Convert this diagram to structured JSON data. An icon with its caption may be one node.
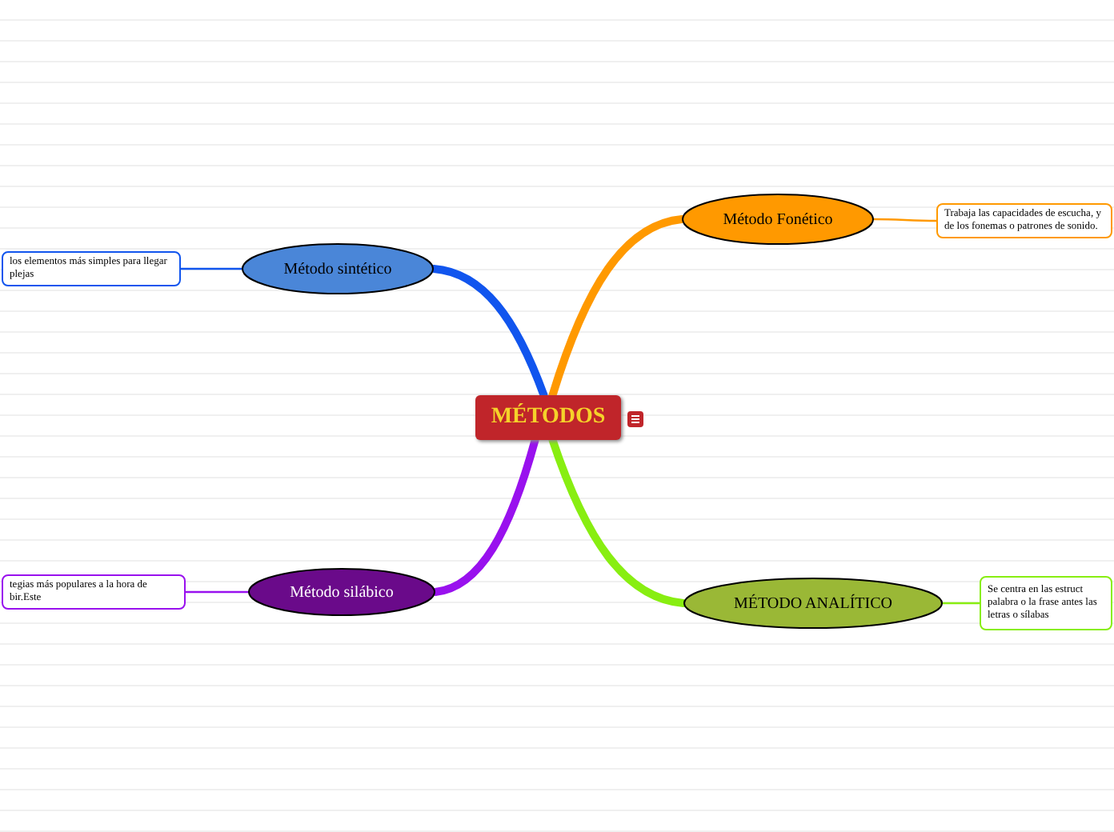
{
  "diagram": {
    "nodes": [
      {
        "text": [
          "MÉTODOS"
        ]
      },
      {
        "text": [
          "Método Fonético"
        ]
      },
      {
        "text": [
          "Trabaja las capacidades de escucha, y de los fonemas o patrones de sonido."
        ]
      },
      {
        "text": [
          "Método sintético"
        ]
      },
      {
        "text": [
          "los elementos más simples para llegar plejas"
        ]
      },
      {
        "text": [
          "MÉTODO ANALÍTICO"
        ]
      },
      {
        "text": [
          "Se centra en las estruct palabra o la frase antes las letras o sílabas"
        ]
      },
      {
        "text": [
          "Método silábico"
        ]
      },
      {
        "text": [
          "tegias más populares a la hora de bir.Este"
        ]
      }
    ],
    "edges": [
      {
        "from": 0,
        "to": 1,
        "arrow": "none",
        "style": "thick",
        "color": "#ff9900"
      },
      {
        "from": 1,
        "to": 2,
        "arrow": "none",
        "color": "#ff9900"
      },
      {
        "from": 0,
        "to": 3,
        "arrow": "none",
        "style": "thick",
        "color": "#1155ee"
      },
      {
        "from": 3,
        "to": 4,
        "arrow": "none",
        "color": "#1155ee"
      },
      {
        "from": 0,
        "to": 5,
        "arrow": "none",
        "style": "thick",
        "color": "#88ee11"
      },
      {
        "from": 5,
        "to": 6,
        "arrow": "none",
        "color": "#88ee11"
      },
      {
        "from": 0,
        "to": 7,
        "arrow": "none",
        "style": "thick",
        "color": "#9911ee"
      },
      {
        "from": 7,
        "to": 8,
        "arrow": "none",
        "color": "#9911ee"
      }
    ]
  }
}
